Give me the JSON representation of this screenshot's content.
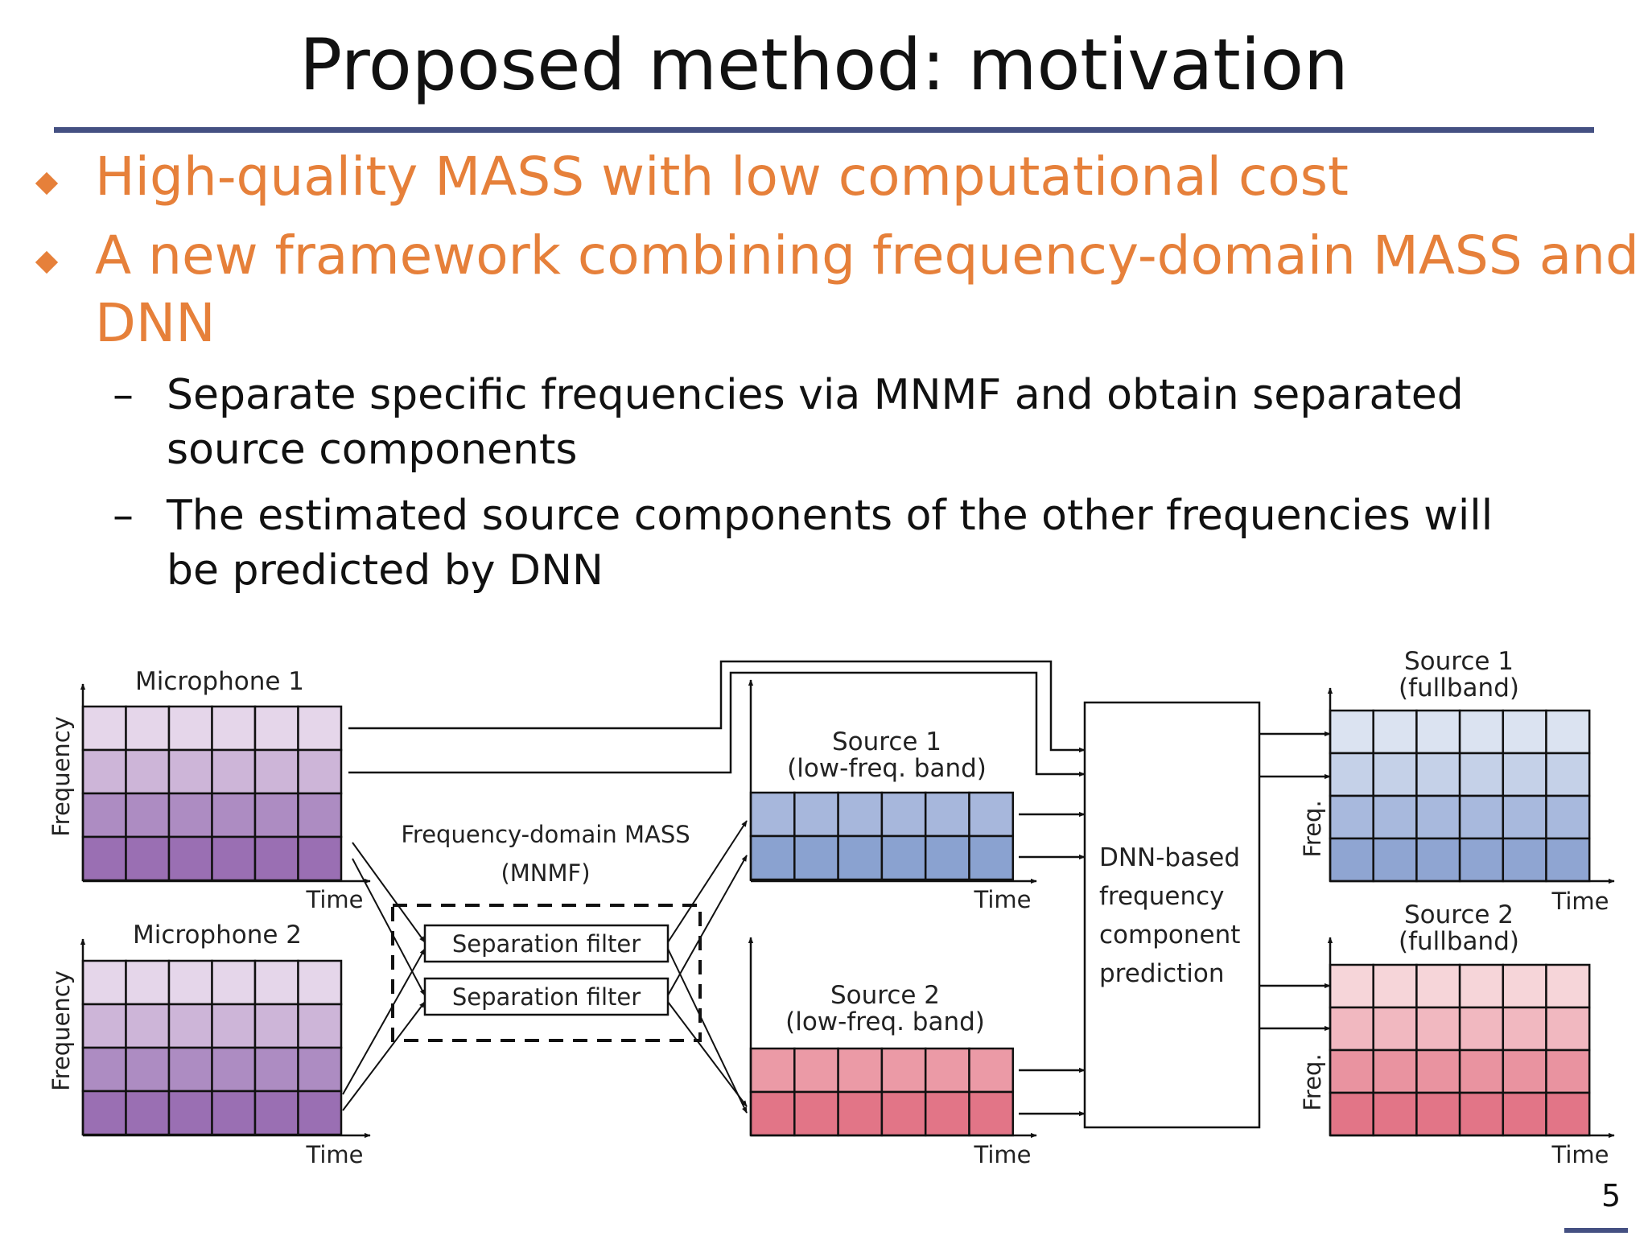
{
  "slide": {
    "title": "Proposed method: motivation",
    "page_number": "5",
    "accent_color": "#e6803a",
    "rule_color": "#445082"
  },
  "bullets": [
    {
      "text": "High-quality MASS with low computational cost"
    },
    {
      "line1": "A new framework combining frequency-domain MASS and",
      "line2": "DNN"
    }
  ],
  "sub_bullets": [
    {
      "line1": "Separate specific frequencies via MNMF and obtain separated",
      "line2": "source components"
    },
    {
      "line1": "The estimated source components of the other frequencies will",
      "line2": "be predicted by DNN"
    }
  ],
  "dash_symbol": "–",
  "diagram": {
    "mic1_title": "Microphone 1",
    "mic2_title": "Microphone 2",
    "frequency_label": "Frequency",
    "freq_short": "Freq.",
    "time_label": "Time",
    "mass_title_1": "Frequency-domain MASS",
    "mass_title_2": "(MNMF)",
    "filter_label": "Separation filter",
    "src1_low_1": "Source 1",
    "src1_low_2": "(low-freq. band)",
    "src2_low_1": "Source 2",
    "src2_low_2": "(low-freq. band)",
    "dnn_1": "DNN-based",
    "dnn_2": "frequency",
    "dnn_3": "component",
    "dnn_4": "prediction",
    "src1_full_1": "Source 1",
    "src1_full_2": "(fullband)",
    "src2_full_1": "Source 2",
    "src2_full_2": "(fullband)",
    "colors": {
      "mic_rows": [
        "#e5d6ea",
        "#cdb5d8",
        "#ad8cc2",
        "#9a6fb3"
      ],
      "src1_low_rows": [
        "#a7b7dc",
        "#8aa2d0"
      ],
      "src2_low_rows": [
        "#eb9aa6",
        "#e27587"
      ],
      "src1_full_rows": [
        "#dbe3f1",
        "#c5d1e8",
        "#a8b9dd",
        "#8fa5d2"
      ],
      "src2_full_rows": [
        "#f6d5d9",
        "#f1b8c0",
        "#e993a0",
        "#e27587"
      ]
    }
  }
}
